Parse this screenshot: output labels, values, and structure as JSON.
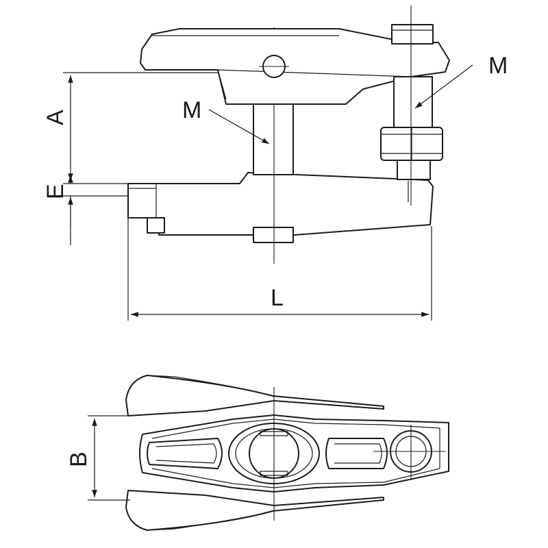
{
  "drawing": {
    "labels": {
      "thread_top": "M",
      "thread_center": "M",
      "height": "A",
      "offset": "E",
      "length": "L",
      "width": "B"
    }
  }
}
